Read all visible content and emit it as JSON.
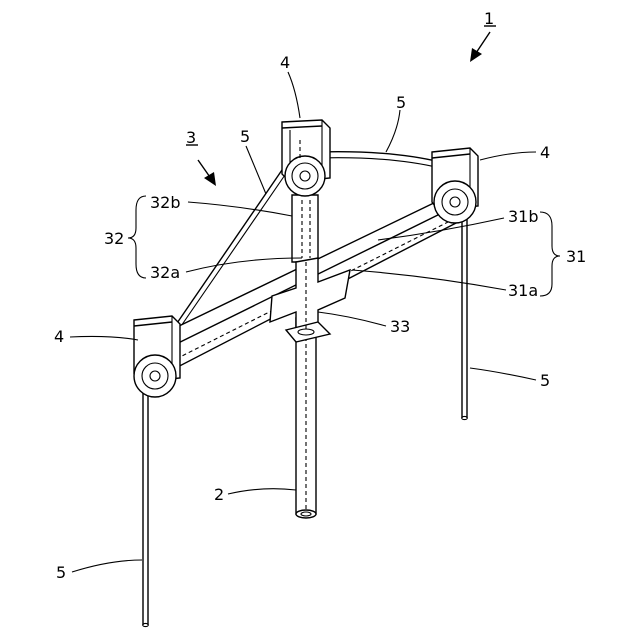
{
  "figure": {
    "overall_label": "1",
    "fixture_label": "3",
    "labels": {
      "cord_top": "5",
      "cord_left_diag": "5",
      "cord_right_down": "5",
      "cord_left_down": "5",
      "pulley_top": "4",
      "pulley_right": "4",
      "pulley_left": "4",
      "pole": "2",
      "frame_32": "32",
      "member_32b": "32b",
      "member_32a": "32a",
      "frame_31": "31",
      "member_31b": "31b",
      "member_31a": "31a",
      "joint_33": "33"
    }
  }
}
